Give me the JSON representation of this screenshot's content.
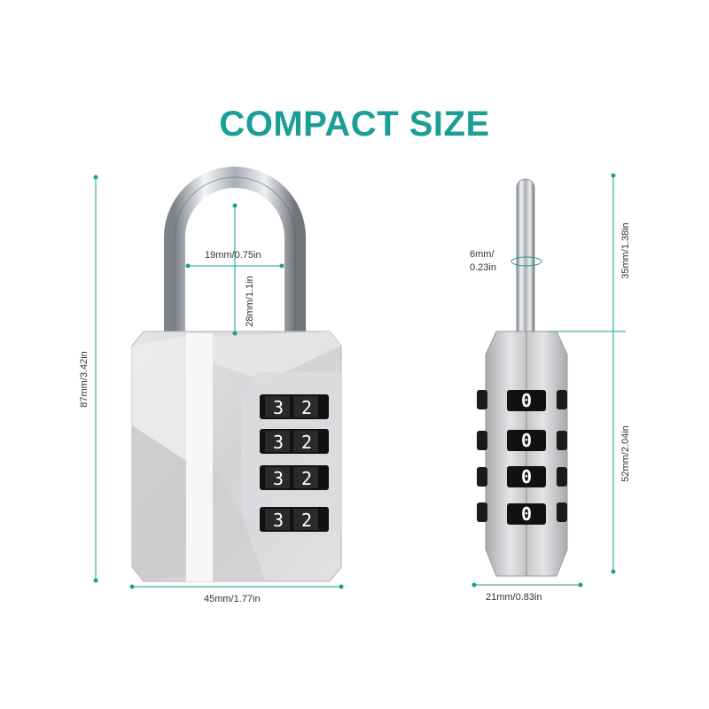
{
  "title": "COMPACT SIZE",
  "front_view": {
    "total_height_label": "87mm/3.42in",
    "width_label": "45mm/1.77in",
    "shackle_inner_width_label": "19mm/0.75in",
    "shackle_clearance_label": "28mm/1.1in",
    "dials": [
      {
        "digits": "32"
      },
      {
        "digits": "32"
      },
      {
        "digits": "32"
      },
      {
        "digits": "32"
      }
    ]
  },
  "side_view": {
    "shackle_diameter_label_line1": "6mm/",
    "shackle_diameter_label_line2": "0.23in",
    "shackle_height_label": "35mm/1.38in",
    "body_height_label": "52mm/2.04in",
    "depth_label": "21mm/0.83in",
    "dials": [
      {
        "digit": "0"
      },
      {
        "digit": "0"
      },
      {
        "digit": "0"
      },
      {
        "digit": "0"
      }
    ]
  },
  "colors": {
    "accent": "#1a9e96",
    "body_silver": "#d9d9db",
    "dial_black": "#111111"
  }
}
